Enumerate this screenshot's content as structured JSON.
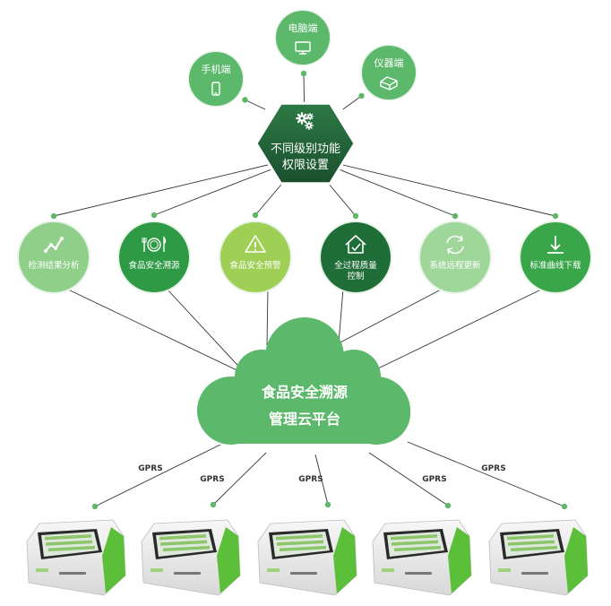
{
  "clients": [
    {
      "label": "手机端",
      "icon": "phone-icon"
    },
    {
      "label": "电脑端",
      "icon": "monitor-icon"
    },
    {
      "label": "仪器端",
      "icon": "instrument-icon"
    }
  ],
  "hub": {
    "line1": "不同级别功能",
    "line2": "权限设置",
    "icon": "gears-icon"
  },
  "functions": [
    {
      "label": "检测结果分析",
      "icon": "chart-line-icon",
      "color": "#8fcf8a"
    },
    {
      "label": "食品安全溯源",
      "icon": "plate-cutlery-icon",
      "color": "#2f9a45"
    },
    {
      "label": "食品安全预警",
      "icon": "warning-triangle-icon",
      "color": "#9fcf55"
    },
    {
      "label": "全过程质量\n控制",
      "icon": "house-check-icon",
      "color": "#1f6e38"
    },
    {
      "label": "系统远程更新",
      "icon": "remote-update-icon",
      "color": "#9fd79a"
    },
    {
      "label": "标准曲线下载",
      "icon": "download-arrow-icon",
      "color": "#3aa64a"
    }
  ],
  "cloud": {
    "line1": "食品安全溯源",
    "line2": "管理云平台",
    "color": "#5cb86a"
  },
  "links": [
    "GPRS",
    "GPRS",
    "GPRS",
    "GPRS",
    "GPRS"
  ],
  "devices": [
    {
      "icon": "detector-device-icon"
    },
    {
      "icon": "detector-device-icon"
    },
    {
      "icon": "detector-device-icon"
    },
    {
      "icon": "detector-device-icon"
    },
    {
      "icon": "detector-device-icon"
    }
  ],
  "colors": {
    "accent": "#5cb86a",
    "dark": "#1f5e36",
    "line": "#333333"
  }
}
